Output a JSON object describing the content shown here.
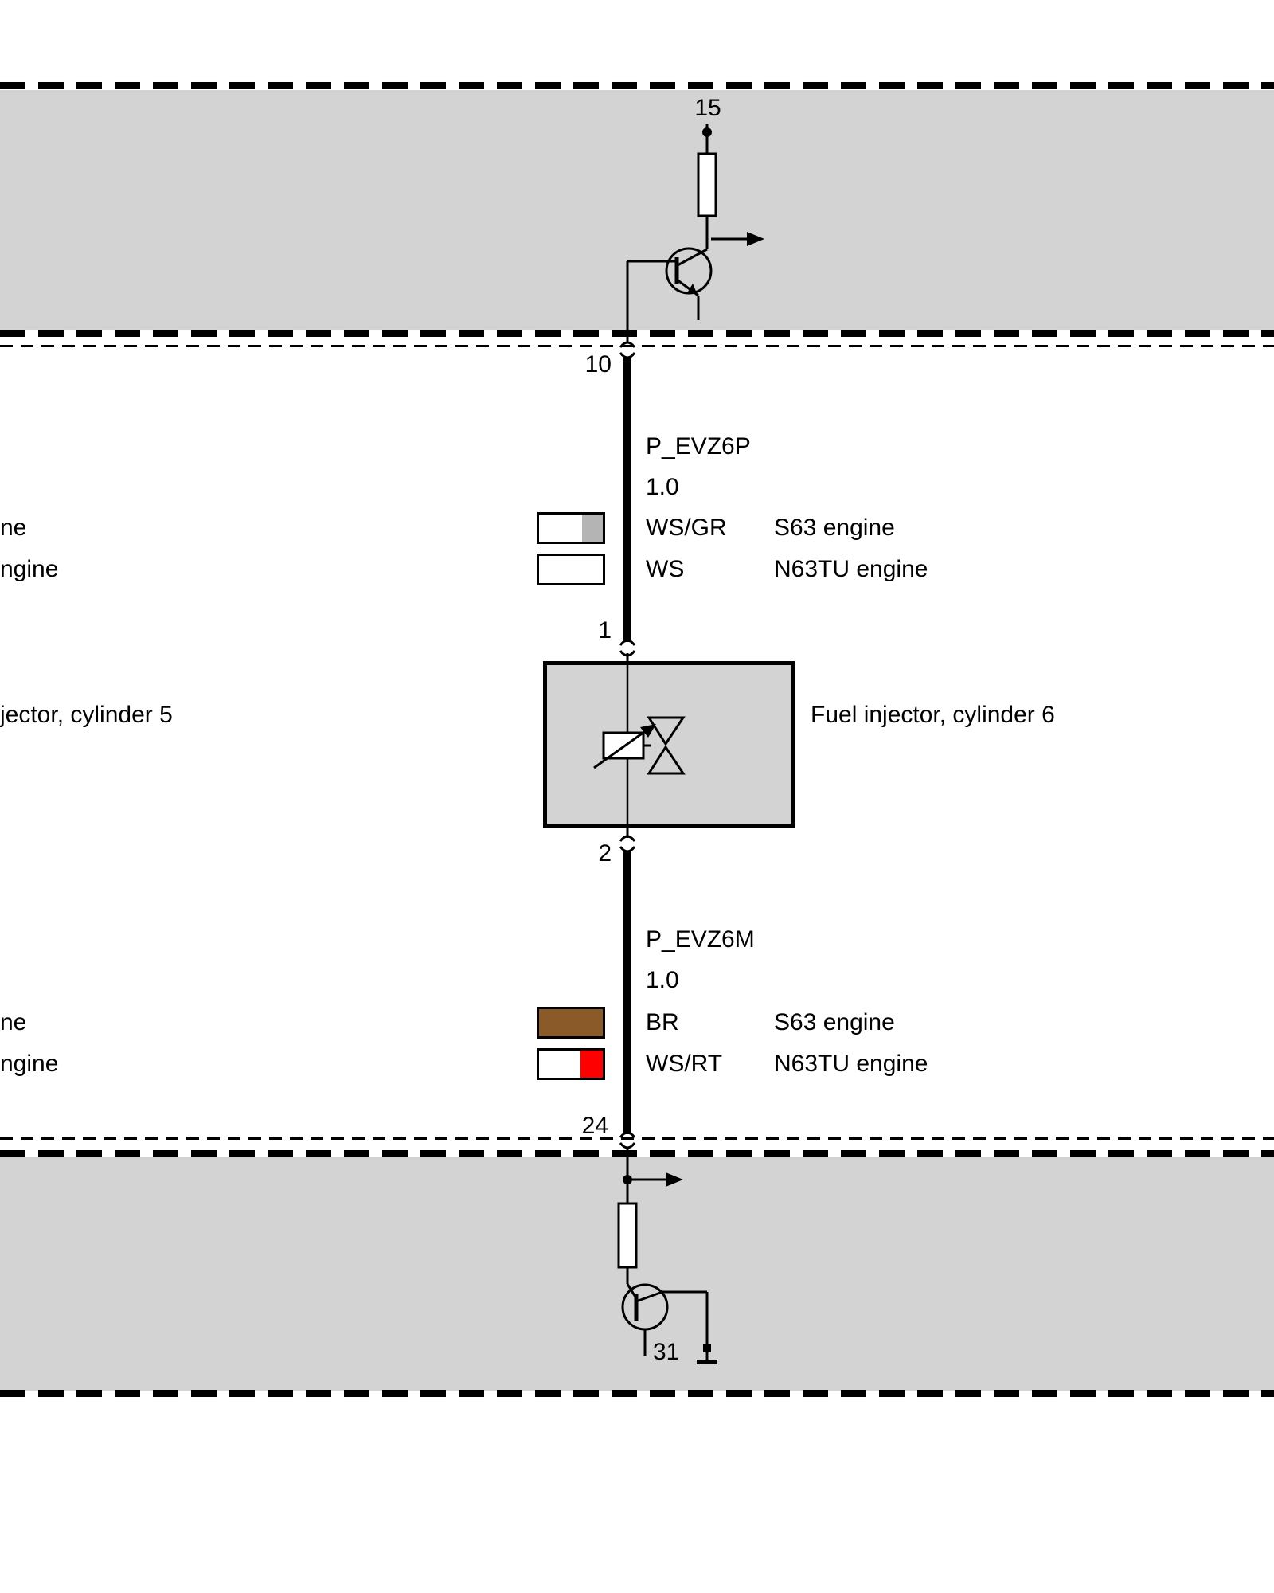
{
  "colors": {
    "band_gray": "#d3d3d3",
    "component_gray": "#d3d3d3",
    "swatch_gray": "#b4b4b4",
    "swatch_brown": "#8a5a28",
    "swatch_red": "#ff0000",
    "swatch_white": "#ffffff"
  },
  "top_module": {
    "terminal": "15"
  },
  "bottom_module": {
    "terminal": "31"
  },
  "pin_top": "10",
  "pin_component_top": "1",
  "pin_component_bottom": "2",
  "pin_bottom": "24",
  "wire_top": {
    "name": "P_EVZ6P",
    "cross_section": "1.0",
    "variants": [
      {
        "color_code": "WS/GR",
        "engine": "S63 engine"
      },
      {
        "color_code": "WS",
        "engine": "N63TU engine"
      }
    ]
  },
  "wire_bottom": {
    "name": "P_EVZ6M",
    "cross_section": "1.0",
    "variants": [
      {
        "color_code": "BR",
        "engine": "S63 engine"
      },
      {
        "color_code": "WS/RT",
        "engine": "N63TU engine"
      }
    ]
  },
  "component_right_label": "Fuel injector, cylinder 6",
  "left_clipped": {
    "engine_a": "ne",
    "engine_b": "ngine",
    "component": "jector, cylinder 5",
    "engine_c": "ne",
    "engine_d": "ngine"
  }
}
